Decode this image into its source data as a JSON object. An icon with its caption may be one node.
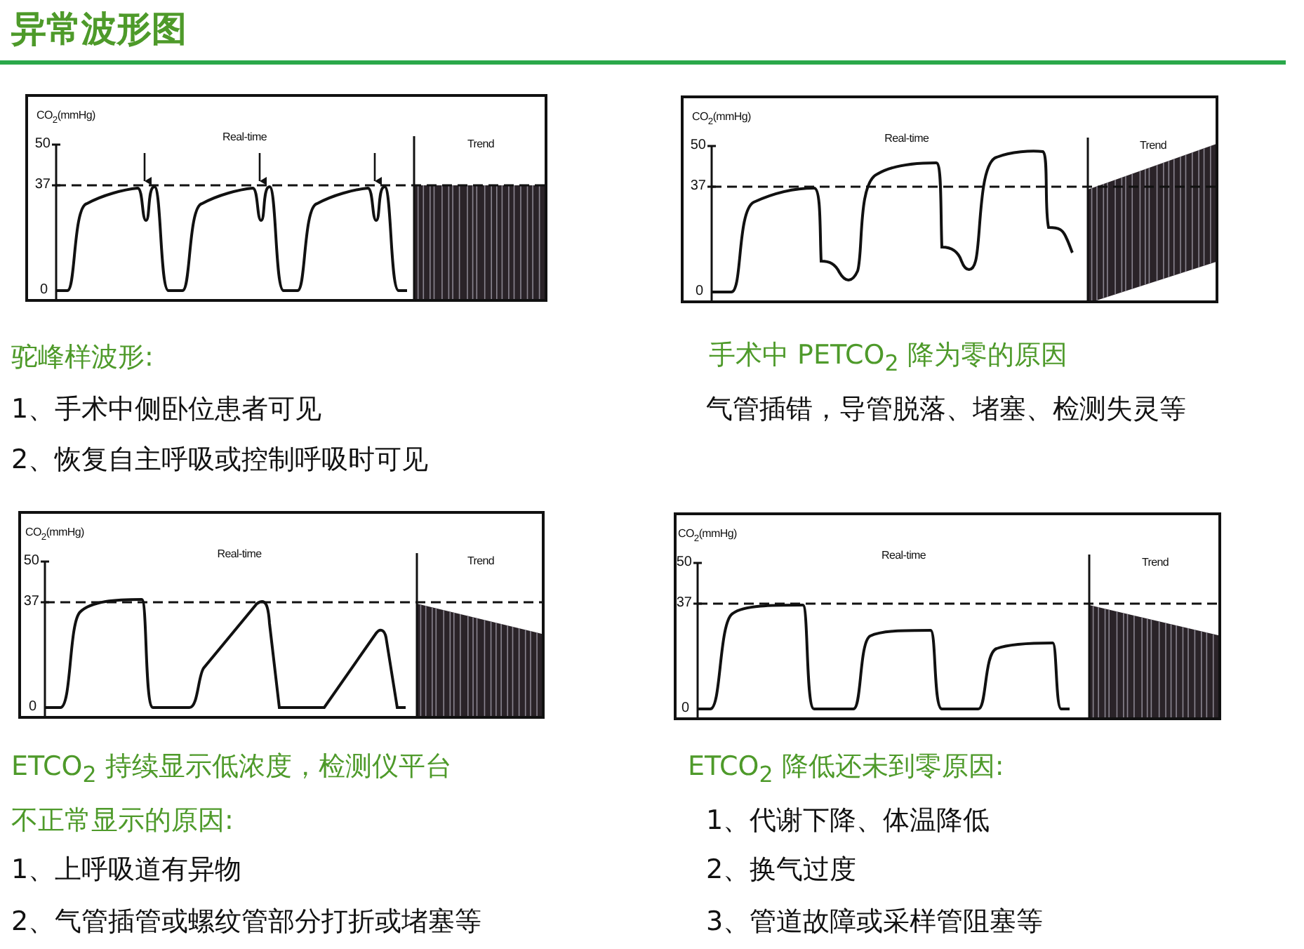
{
  "diagram": {
    "title": "异常波形图",
    "labels": [
      "CO$_{2}$(mmHg)",
      "50",
      "37",
      "0",
      "Real-time",
      "Trend",
      "CO$_{2}$(mmHg)",
      "50",
      "37",
      "0",
      "Real-time",
      "Trend",
      "驼峰样波形:",
      "1、手术中侧卧位患者可见",
      "2、恢复自主呼吸或控制呼吸时可见",
      "手术中 PETCO$_{2}$ 降为零的原因",
      "气管插错，导管脱落、堵塞、检测失灵等",
      "CO$_{2}$(mmHg)",
      "50",
      "37",
      "0",
      "Real-time",
      "Trend",
      "CO$_{2}$(mmHg)",
      "50",
      "37",
      "0",
      "Real-time",
      "Trend",
      "ETCO$_{2}$ 持续显示低浓度，检测仪平台",
      "不正常显示的原因:",
      "1、上呼吸道有异物",
      "2、气管插管或螺纹管部分打折或堵塞等",
      "ETCO$_{2}$ 降低还未到零原因:",
      "1、代谢下降、体温降低",
      "2、换气过度",
      "3、管道故障或采样管阻塞等"
    ]
  }
}
